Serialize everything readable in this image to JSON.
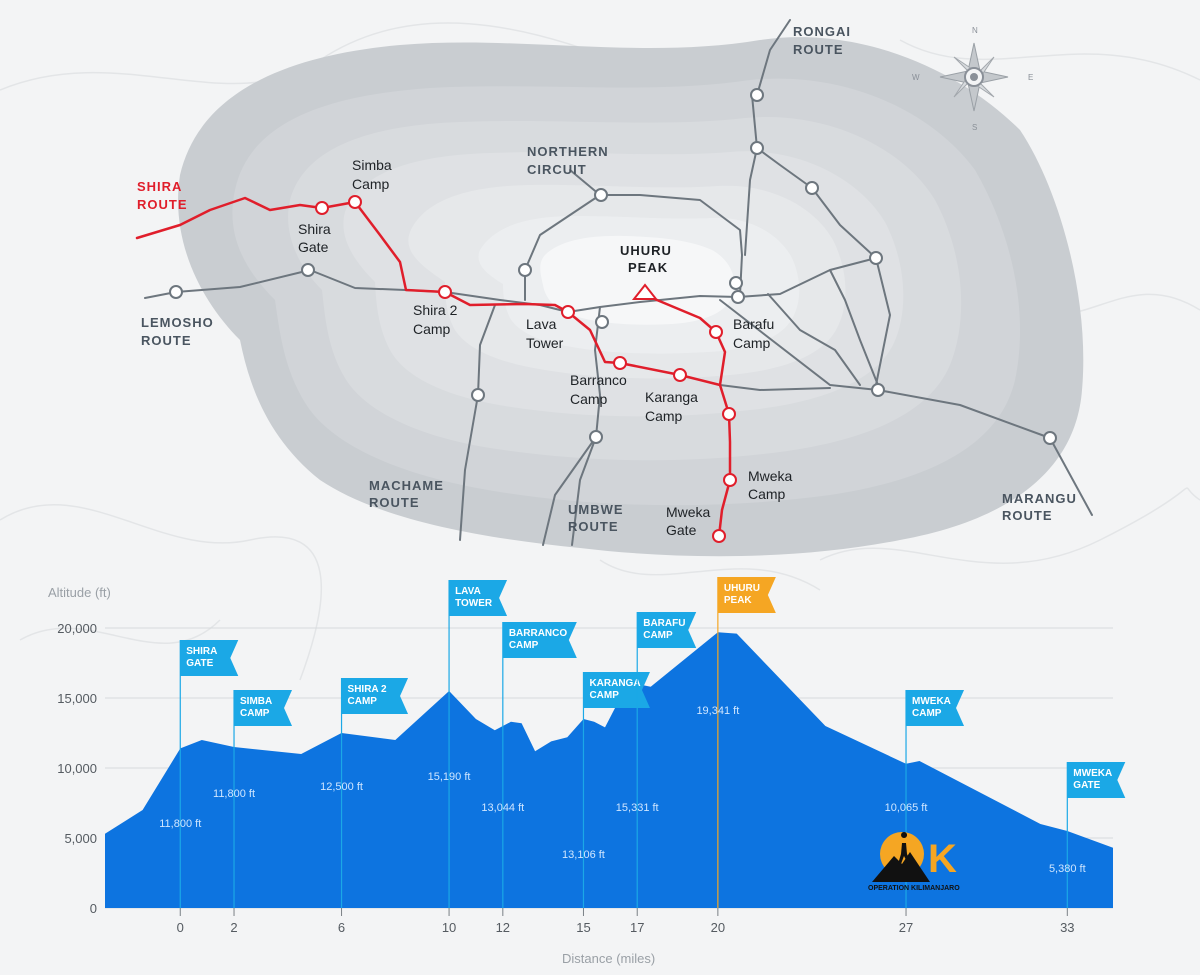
{
  "map": {
    "routes": {
      "shira": [
        "SHIRA",
        "ROUTE"
      ],
      "lemosho": [
        "LEMOSHO",
        "ROUTE"
      ],
      "machame": [
        "MACHAME",
        "ROUTE"
      ],
      "umbwe": [
        "UMBWE",
        "ROUTE"
      ],
      "marangu": [
        "MARANGU",
        "ROUTE"
      ],
      "rongai": [
        "RONGAI",
        "ROUTE"
      ],
      "northern": [
        "NORTHERN",
        "CIRCUIT"
      ]
    },
    "peak": [
      "UHURU",
      "PEAK"
    ],
    "camps": {
      "simba": [
        "Simba",
        "Camp"
      ],
      "shira_gate": [
        "Shira",
        "Gate"
      ],
      "shira2": [
        "Shira 2",
        "Camp"
      ],
      "lava": [
        "Lava",
        "Tower"
      ],
      "barranco": [
        "Barranco",
        "Camp"
      ],
      "karanga": [
        "Karanga",
        "Camp"
      ],
      "barafu": [
        "Barafu",
        "Camp"
      ],
      "mweka_camp": [
        "Mweka",
        "Camp"
      ],
      "mweka_gate": [
        "Mweka",
        "Gate"
      ]
    },
    "compass": {
      "n": "N",
      "s": "S",
      "e": "E",
      "w": "W"
    },
    "colors": {
      "highlight_route": "#e01e2b",
      "trail": "#6d767e",
      "mountain": "#c9cdd1"
    }
  },
  "chart_data": {
    "type": "area",
    "ylabel": "Altitude (ft)",
    "xlabel": "Distance (miles)",
    "yticks": [
      "0",
      "5,000",
      "10,000",
      "15,000",
      "20,000"
    ],
    "ylim": [
      0,
      20000
    ],
    "xticks": [
      "0",
      "2",
      "6",
      "10",
      "12",
      "15",
      "17",
      "20",
      "27",
      "33"
    ],
    "xlim": [
      -2.8,
      34.7
    ],
    "profile": [
      [
        -2.8,
        5300
      ],
      [
        -1.4,
        7000
      ],
      [
        0,
        11400
      ],
      [
        0.8,
        12000
      ],
      [
        2,
        11500
      ],
      [
        4.5,
        11000
      ],
      [
        6,
        12500
      ],
      [
        8,
        12000
      ],
      [
        10,
        15500
      ],
      [
        11,
        13500
      ],
      [
        11.7,
        12700
      ],
      [
        12.3,
        13300
      ],
      [
        12.7,
        13200
      ],
      [
        13.2,
        11200
      ],
      [
        13.8,
        11900
      ],
      [
        14.4,
        12200
      ],
      [
        15,
        13500
      ],
      [
        15.4,
        13300
      ],
      [
        15.8,
        12900
      ],
      [
        16.5,
        15500
      ],
      [
        17,
        16000
      ],
      [
        17.5,
        15800
      ],
      [
        20,
        19700
      ],
      [
        20.7,
        19600
      ],
      [
        24,
        13000
      ],
      [
        27,
        10300
      ],
      [
        27.5,
        10500
      ],
      [
        32,
        6000
      ],
      [
        33,
        5500
      ],
      [
        34.7,
        4300
      ]
    ],
    "flags": [
      {
        "lines": [
          "SHIRA",
          "GATE"
        ],
        "x": 0,
        "color": "#1ba8e6"
      },
      {
        "lines": [
          "SIMBA",
          "CAMP"
        ],
        "x": 2,
        "color": "#1ba8e6"
      },
      {
        "lines": [
          "SHIRA 2",
          "CAMP"
        ],
        "x": 6,
        "color": "#1ba8e6"
      },
      {
        "lines": [
          "LAVA",
          "TOWER"
        ],
        "x": 10,
        "color": "#1ba8e6"
      },
      {
        "lines": [
          "BARRANCO",
          "CAMP"
        ],
        "x": 12,
        "color": "#1ba8e6"
      },
      {
        "lines": [
          "KARANGA",
          "CAMP"
        ],
        "x": 15,
        "color": "#1ba8e6"
      },
      {
        "lines": [
          "BARAFU",
          "CAMP"
        ],
        "x": 17,
        "color": "#1ba8e6"
      },
      {
        "lines": [
          "UHURU",
          "PEAK"
        ],
        "x": 20,
        "color": "#f5a623"
      },
      {
        "lines": [
          "MWEKA",
          "CAMP"
        ],
        "x": 27,
        "color": "#1ba8e6"
      },
      {
        "lines": [
          "MWEKA",
          "GATE"
        ],
        "x": 33,
        "color": "#1ba8e6"
      }
    ],
    "altitudes": [
      {
        "x": 0,
        "label": "11,800 ft"
      },
      {
        "x": 2,
        "label": "11,800 ft"
      },
      {
        "x": 6,
        "label": "12,500 ft"
      },
      {
        "x": 10,
        "label": "15,190 ft"
      },
      {
        "x": 12,
        "label": "13,044 ft"
      },
      {
        "x": 15,
        "label": "13,106 ft"
      },
      {
        "x": 17,
        "label": "15,331 ft"
      },
      {
        "x": 20,
        "label": "19,341 ft"
      },
      {
        "x": 27,
        "label": "10,065 ft"
      },
      {
        "x": 33,
        "label": "5,380 ft"
      }
    ],
    "colors": {
      "fill": "#0d74e0",
      "flag": "#1ba8e6",
      "summit": "#f5a623"
    }
  },
  "logo": {
    "mark": "K",
    "text": "OPERATION KILIMANJARO"
  }
}
